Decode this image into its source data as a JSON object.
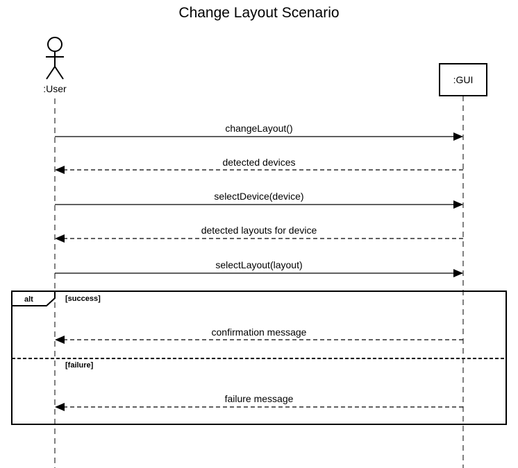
{
  "title": "Change Layout Scenario",
  "participants": [
    {
      "id": "user",
      "kind": "actor",
      "label": ":User"
    },
    {
      "id": "gui",
      "kind": "box",
      "label": ":GUI"
    }
  ],
  "messages": [
    {
      "label": "changeLayout()",
      "from": "user",
      "to": "gui",
      "style": "sync"
    },
    {
      "label": "detected devices",
      "from": "gui",
      "to": "user",
      "style": "return"
    },
    {
      "label": "selectDevice(device)",
      "from": "user",
      "to": "gui",
      "style": "sync"
    },
    {
      "label": "detected layouts for device",
      "from": "gui",
      "to": "user",
      "style": "return"
    },
    {
      "label": "selectLayout(layout)",
      "from": "user",
      "to": "gui",
      "style": "sync"
    },
    {
      "label": "confirmation message",
      "from": "gui",
      "to": "user",
      "style": "return"
    },
    {
      "label": "failure message",
      "from": "gui",
      "to": "user",
      "style": "return"
    }
  ],
  "fragment": {
    "operator": "alt",
    "operands": [
      {
        "guard": "[success]"
      },
      {
        "guard": "[failure]"
      }
    ]
  }
}
